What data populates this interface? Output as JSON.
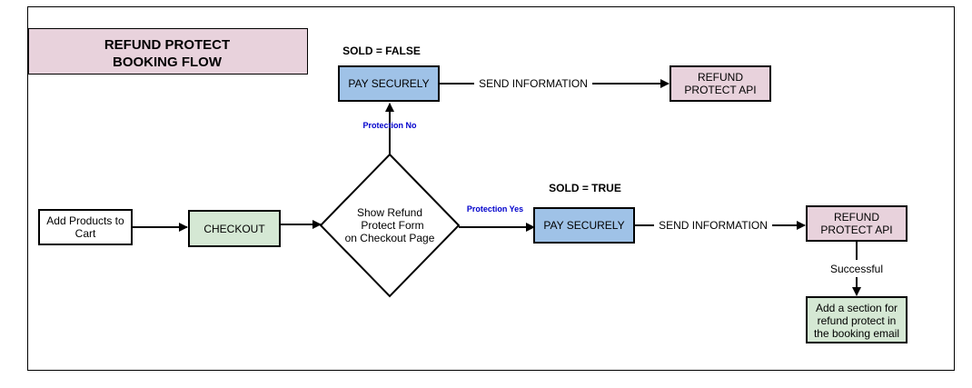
{
  "title": {
    "line1": "REFUND PROTECT",
    "line2": "BOOKING FLOW",
    "fill": "#e8d2dc"
  },
  "colors": {
    "blue_box": "#9fc2e7",
    "pink_box": "#e8d2dc",
    "green_box": "#d5e8d4",
    "white_box": "#ffffff",
    "protection_label": "#0000cc"
  },
  "nodes": {
    "add_products": {
      "line1": "Add Products to",
      "line2": "Cart"
    },
    "checkout": {
      "label": "CHECKOUT"
    },
    "decision": {
      "line1": "Show Refund",
      "line2": "Protect Form",
      "line3": "on Checkout Page"
    },
    "pay_false": {
      "label": "PAY SECURELY"
    },
    "api_false": {
      "line1": "REFUND",
      "line2": "PROTECT API"
    },
    "pay_true": {
      "label": "PAY SECURELY"
    },
    "api_true": {
      "line1": "REFUND",
      "line2": "PROTECT API"
    },
    "email_section": {
      "line1": "Add a section for",
      "line2": "refund protect in",
      "line3": "the booking email"
    }
  },
  "labels": {
    "sold_false": "SOLD = FALSE",
    "sold_true": "SOLD = TRUE",
    "protection_no": "Protection No",
    "protection_yes": "Protection Yes",
    "send_info_top": "SEND INFORMATION",
    "send_info_bottom": "SEND INFORMATION",
    "successful": "Successful"
  }
}
